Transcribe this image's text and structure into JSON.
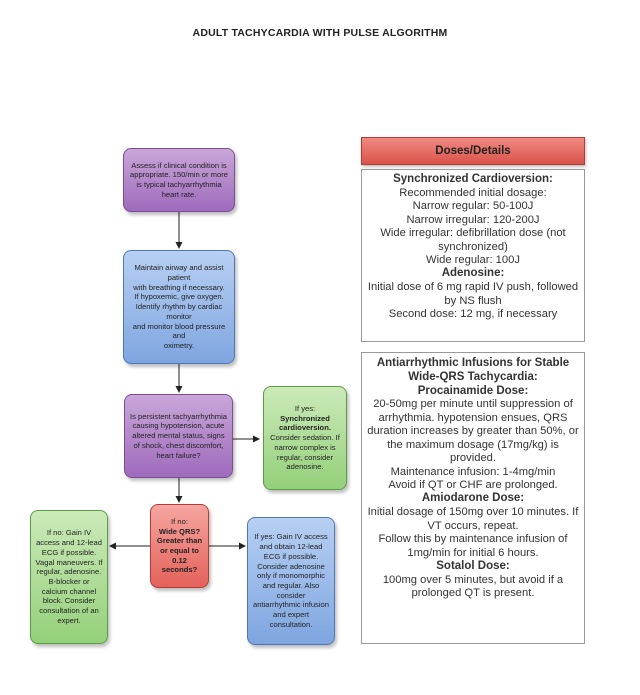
{
  "title": "ADULT TACHYCARDIA WITH PULSE ALGORITHM",
  "flowchart": {
    "assess": "Assess if clinical condition is appropriate. 150/min or more is typical tachyarrhythmia heart rate.",
    "maintain": [
      "Maintain airway and assist patient",
      "with breathing if necessary.",
      "If hypoxemic, give oxygen.",
      "Identify rhythm by cardiac monitor",
      "and monitor blood pressure and",
      "oximetry."
    ],
    "persistent": "Is persistent tachyarrhythmia causing hypotension, acute altered mental status, signs of shock, chest discomfort, heart failure?",
    "yes_sync": {
      "if": "If yes:",
      "bold": "Synchronized cardioversion.",
      "rest": "Consider sedation. If narrow complex is regular, consider adenosine."
    },
    "no_wide": {
      "if": "If no:",
      "bold": "Wide QRS? Greater than or equal to 0.12 seconds?"
    },
    "no_left": "If no: Gain IV access and 12-lead ECG if possible. Vagal maneuvers. If regular, adenosine. B-blocker or calcium channel block. Consider consultation of an expert.",
    "yes_right": "If yes: Gain IV access and obtain 12-lead ECG if possible. Consider adenosine only if monomorphic and regular. Also consider antiarrhythmic infusion and expert consultation."
  },
  "doses": {
    "header": "Doses/Details",
    "sync": {
      "heading": "Synchronized Cardioversion:",
      "lines": [
        "Recommended initial dosage:",
        "Narrow regular: 50-100J",
        "Narrow irregular: 120-200J",
        "Wide irregular: defibrillation dose (not synchronized)",
        "Wide regular: 100J"
      ]
    },
    "adenosine": {
      "heading": "Adenosine:",
      "lines": [
        "Initial dose of 6 mg rapid IV push, followed by NS flush",
        "Second dose: 12 mg, if necessary"
      ]
    },
    "infusion": {
      "heading": "Antiarrhythmic Infusions for Stable Wide-QRS Tachycardia:",
      "procainamide_heading": "Procainamide Dose:",
      "procainamide": [
        "20-50mg per minute until suppression of arrhythmia. hypotension ensues, QRS duration increases by greater than 50%, or the maximum dosage (17mg/kg) is provided.",
        "Maintenance infusion: 1-4mg/min",
        "Avoid if QT or CHF are prolonged."
      ],
      "amiodarone_heading": "Amiodarone Dose:",
      "amiodarone": [
        "Initial dosage of 150mg over 10 minutes. If VT occurs, repeat.",
        "Follow this by maintenance infusion of 1mg/min for initial 6 hours."
      ],
      "sotalol_heading": "Sotalol Dose:",
      "sotalol": [
        "100mg over 5 minutes, but avoid if a prolonged QT is present."
      ]
    }
  }
}
